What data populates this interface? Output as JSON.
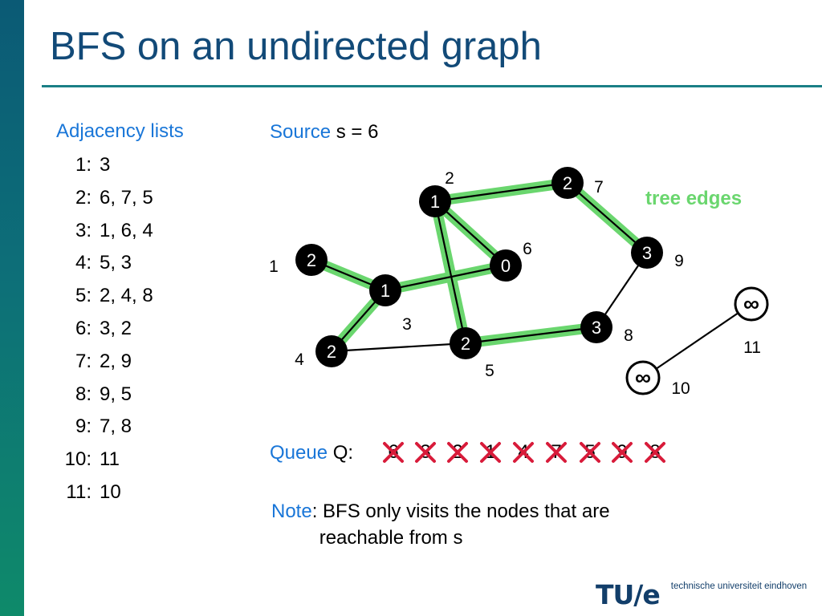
{
  "title": "BFS on an undirected graph",
  "adjacency": {
    "title": "Adjacency lists",
    "rows": [
      {
        "key": "1:",
        "val": "3"
      },
      {
        "key": "2:",
        "val": "6, 7, 5"
      },
      {
        "key": "3:",
        "val": "1, 6, 4"
      },
      {
        "key": "4:",
        "val": "5, 3"
      },
      {
        "key": "5:",
        "val": "2, 4, 8"
      },
      {
        "key": "6:",
        "val": "3, 2"
      },
      {
        "key": "7:",
        "val": "2, 9"
      },
      {
        "key": "8:",
        "val": "9, 5"
      },
      {
        "key": "9:",
        "val": "7, 8"
      },
      {
        "key": "10:",
        "val": "11"
      },
      {
        "key": "11:",
        "val": "10"
      }
    ]
  },
  "source": {
    "label": "Source",
    "text": "s = 6"
  },
  "tree_edges_label": "tree edges",
  "colors": {
    "title": "#124a78",
    "accent_blue": "#1976d8",
    "tree_edge": "#6ad66e",
    "cross": "#d81b3a",
    "node_fill": "#000000"
  },
  "graph": {
    "nodes": [
      {
        "id": "1",
        "dist": "2",
        "style": "filled"
      },
      {
        "id": "2",
        "dist": "1",
        "style": "filled"
      },
      {
        "id": "3",
        "dist": "1",
        "style": "filled"
      },
      {
        "id": "4",
        "dist": "2",
        "style": "filled"
      },
      {
        "id": "5",
        "dist": "2",
        "style": "filled"
      },
      {
        "id": "6",
        "dist": "0",
        "style": "filled"
      },
      {
        "id": "7",
        "dist": "2",
        "style": "filled"
      },
      {
        "id": "8",
        "dist": "3",
        "style": "filled"
      },
      {
        "id": "9",
        "dist": "3",
        "style": "filled"
      },
      {
        "id": "10",
        "dist": "∞",
        "style": "outline"
      },
      {
        "id": "11",
        "dist": "∞",
        "style": "outline"
      }
    ],
    "edges": [
      {
        "from": "1",
        "to": "3",
        "tree": true
      },
      {
        "from": "3",
        "to": "4",
        "tree": true
      },
      {
        "from": "3",
        "to": "6",
        "tree": true
      },
      {
        "from": "2",
        "to": "6",
        "tree": true
      },
      {
        "from": "2",
        "to": "7",
        "tree": true
      },
      {
        "from": "2",
        "to": "5",
        "tree": true
      },
      {
        "from": "7",
        "to": "9",
        "tree": true
      },
      {
        "from": "5",
        "to": "8",
        "tree": true
      },
      {
        "from": "4",
        "to": "5",
        "tree": false
      },
      {
        "from": "9",
        "to": "8",
        "tree": false
      },
      {
        "from": "10",
        "to": "11",
        "tree": false
      }
    ]
  },
  "queue": {
    "label": "Queue",
    "prefix": "Q:",
    "items": [
      {
        "value": "6",
        "crossed": true
      },
      {
        "value": "3",
        "crossed": true
      },
      {
        "value": "2",
        "crossed": true
      },
      {
        "value": "1",
        "crossed": true
      },
      {
        "value": "4",
        "crossed": true
      },
      {
        "value": "7",
        "crossed": true
      },
      {
        "value": "5",
        "crossed": true
      },
      {
        "value": "9",
        "crossed": true
      },
      {
        "value": "8",
        "crossed": true
      }
    ]
  },
  "note": {
    "label": "Note",
    "line1": ": BFS only visits the nodes that are",
    "line2": "reachable from s"
  },
  "logo": {
    "mark": "TU/e",
    "text": "technische universiteit eindhoven"
  }
}
